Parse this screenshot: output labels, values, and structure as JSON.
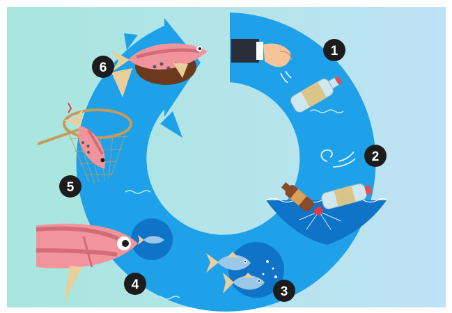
{
  "diagram": {
    "colors": {
      "background_left": "#a6e3dc",
      "background_right": "#b9def3",
      "cycle_ring": "#1ea1e8",
      "water_deep": "#0f73c7",
      "fish_body": "#f2949c",
      "fish_stripe": "#d36c79",
      "fin": "#e8cf9c",
      "badge": "#1c1c1c"
    },
    "steps": [
      {
        "number": "1",
        "label_icon": "hand-dropping-bottle-icon"
      },
      {
        "number": "2",
        "label_icon": "bottles-in-sea-icon"
      },
      {
        "number": "3",
        "label_icon": "small-fish-eating-microplastic-icon"
      },
      {
        "number": "4",
        "label_icon": "big-fish-eating-small-fish-icon"
      },
      {
        "number": "5",
        "label_icon": "fish-caught-in-net-icon"
      },
      {
        "number": "6",
        "label_icon": "fish-served-on-plate-icon"
      }
    ]
  }
}
